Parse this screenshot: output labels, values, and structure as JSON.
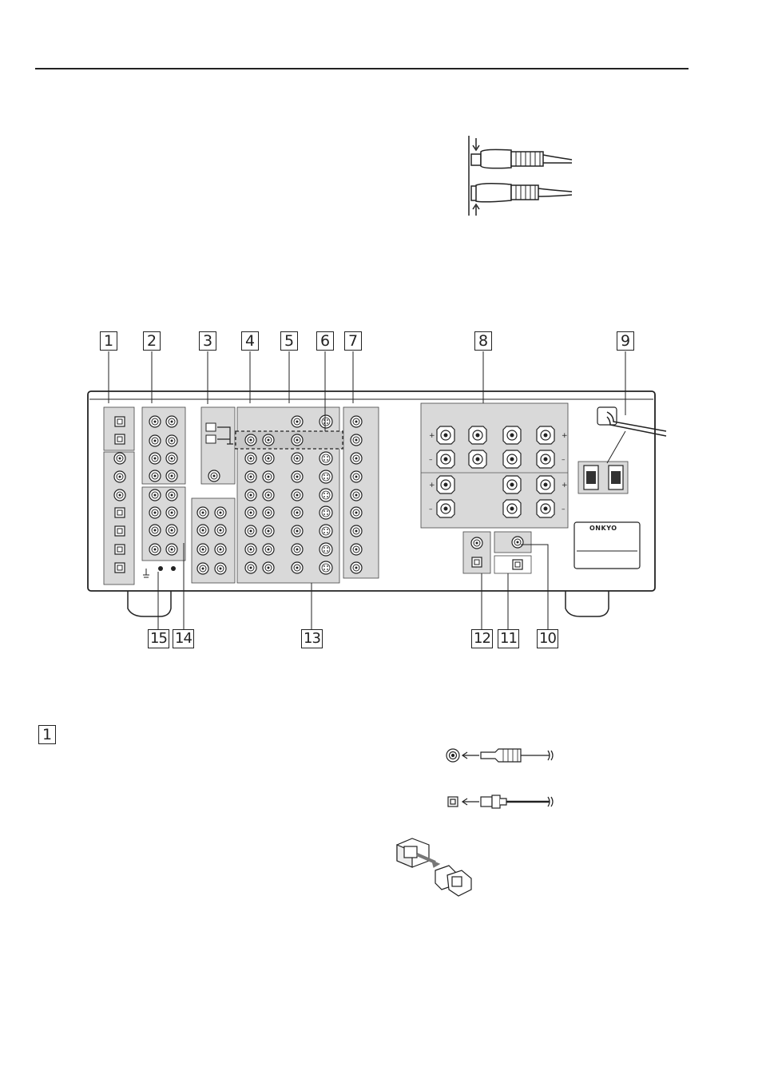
{
  "callouts": {
    "c1": "1",
    "c2": "2",
    "c3": "3",
    "c4": "4",
    "c5": "5",
    "c6": "6",
    "c7": "7",
    "c8": "8",
    "c9": "9",
    "c10": "10",
    "c11": "11",
    "c12": "12",
    "c13": "13",
    "c14": "14",
    "c15": "15",
    "section": "1"
  },
  "brand": {
    "logo": "ONKYO"
  },
  "icons": [
    "rca-plug-icon",
    "optical-plug-icon",
    "optical-cap-removal-icon",
    "receiver-rear-panel-diagram"
  ],
  "colors": {
    "panel_shade": "#d9d9d9",
    "line": "#222222"
  }
}
